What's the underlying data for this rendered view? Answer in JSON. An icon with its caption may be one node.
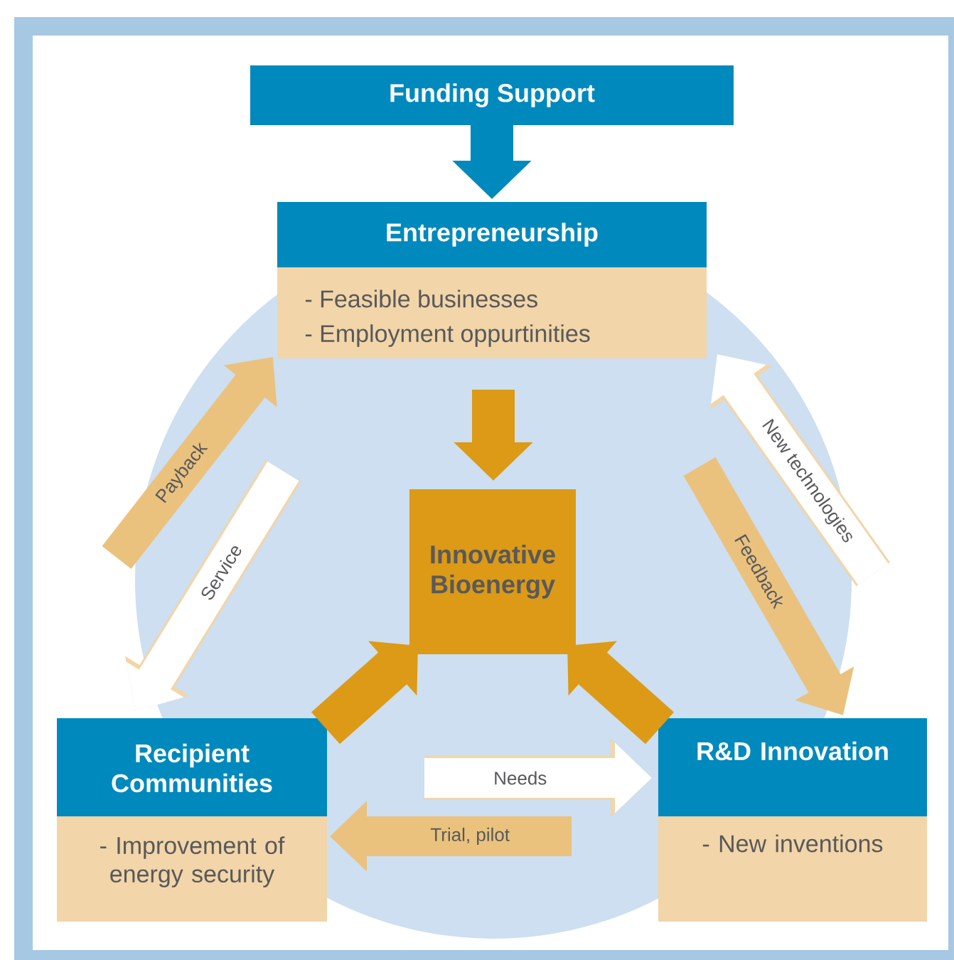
{
  "diagram": {
    "nodes": [
      {
        "text": [
          "Funding Support"
        ]
      },
      {
        "text": [
          "Entrepreneurship",
          "- Feasible businesses",
          "- Employment oppurtinities"
        ]
      },
      {
        "text": [
          "Innovative Bioenergy"
        ]
      },
      {
        "text": [
          "Recipient Communities",
          "- Improvement of energy security"
        ]
      },
      {
        "text": [
          "R&D Innovation",
          "- New inventions"
        ]
      }
    ],
    "edges": [
      {
        "from": 0,
        "to": 1,
        "arrow": "to",
        "color": "#0089bd"
      },
      {
        "from": 1,
        "to": 2,
        "arrow": "to",
        "color": "#dc9a16"
      },
      {
        "from": null,
        "to": 1,
        "arrow": "to",
        "label": "Payback",
        "color": "#eac27e"
      },
      {
        "from": null,
        "to": 3,
        "arrow": "to",
        "label": "Service",
        "color": "#ffffff"
      },
      {
        "from": null,
        "to": 1,
        "arrow": "to",
        "label": "New technologies",
        "color": "#ffffff"
      },
      {
        "from": null,
        "to": 4,
        "arrow": "to",
        "label": "Feedback",
        "color": "#eac27e"
      },
      {
        "from": 3,
        "to": 2,
        "arrow": "to",
        "color": "#dc9a16"
      },
      {
        "from": 4,
        "to": 2,
        "arrow": "to",
        "color": "#dc9a16"
      },
      {
        "from": null,
        "to": 4,
        "arrow": "to",
        "label": "Needs",
        "color": "#ffffff"
      },
      {
        "from": null,
        "to": 3,
        "arrow": "to",
        "label": "Trial, pilot",
        "color": "#eac27e"
      }
    ]
  }
}
